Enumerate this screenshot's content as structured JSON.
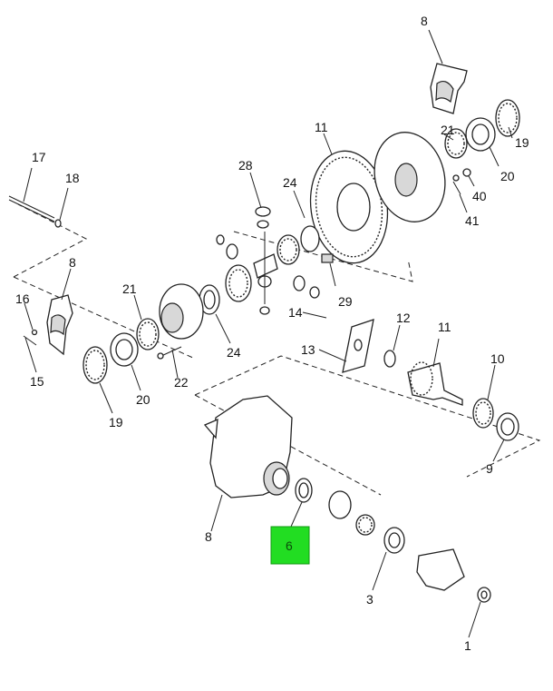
{
  "callouts": [
    {
      "id": "c1",
      "text": "1"
    },
    {
      "id": "c3",
      "text": "3"
    },
    {
      "id": "c6",
      "text": "6",
      "highlighted": true
    },
    {
      "id": "c8a",
      "text": "8"
    },
    {
      "id": "c8b",
      "text": "8"
    },
    {
      "id": "c8c",
      "text": "8"
    },
    {
      "id": "c9",
      "text": "9"
    },
    {
      "id": "c10",
      "text": "10"
    },
    {
      "id": "c11a",
      "text": "11"
    },
    {
      "id": "c11b",
      "text": "11"
    },
    {
      "id": "c12",
      "text": "12"
    },
    {
      "id": "c13",
      "text": "13"
    },
    {
      "id": "c14",
      "text": "14"
    },
    {
      "id": "c15",
      "text": "15"
    },
    {
      "id": "c16",
      "text": "16"
    },
    {
      "id": "c17",
      "text": "17"
    },
    {
      "id": "c18",
      "text": "18"
    },
    {
      "id": "c19a",
      "text": "19"
    },
    {
      "id": "c19b",
      "text": "19"
    },
    {
      "id": "c20a",
      "text": "20"
    },
    {
      "id": "c20b",
      "text": "20"
    },
    {
      "id": "c21a",
      "text": "21"
    },
    {
      "id": "c21b",
      "text": "21"
    },
    {
      "id": "c22",
      "text": "22"
    },
    {
      "id": "c24a",
      "text": "24"
    },
    {
      "id": "c24b",
      "text": "24"
    },
    {
      "id": "c28",
      "text": "28"
    },
    {
      "id": "c29",
      "text": "29"
    },
    {
      "id": "c40",
      "text": "40"
    },
    {
      "id": "c41",
      "text": "41"
    }
  ],
  "colors": {
    "highlight": "#22dd22",
    "ink": "#222222"
  }
}
